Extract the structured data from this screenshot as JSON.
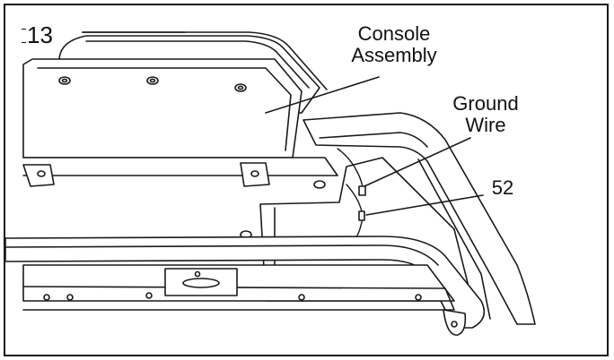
{
  "step": {
    "number": "13"
  },
  "callouts": {
    "console_assembly": {
      "line1": "Console",
      "line2": "Assembly"
    },
    "ground_wire": {
      "line1": "Ground",
      "line2": "Wire"
    },
    "part_52": {
      "label": "52"
    }
  },
  "colors": {
    "line": "#1a1a1a",
    "fill": "#ffffff"
  }
}
